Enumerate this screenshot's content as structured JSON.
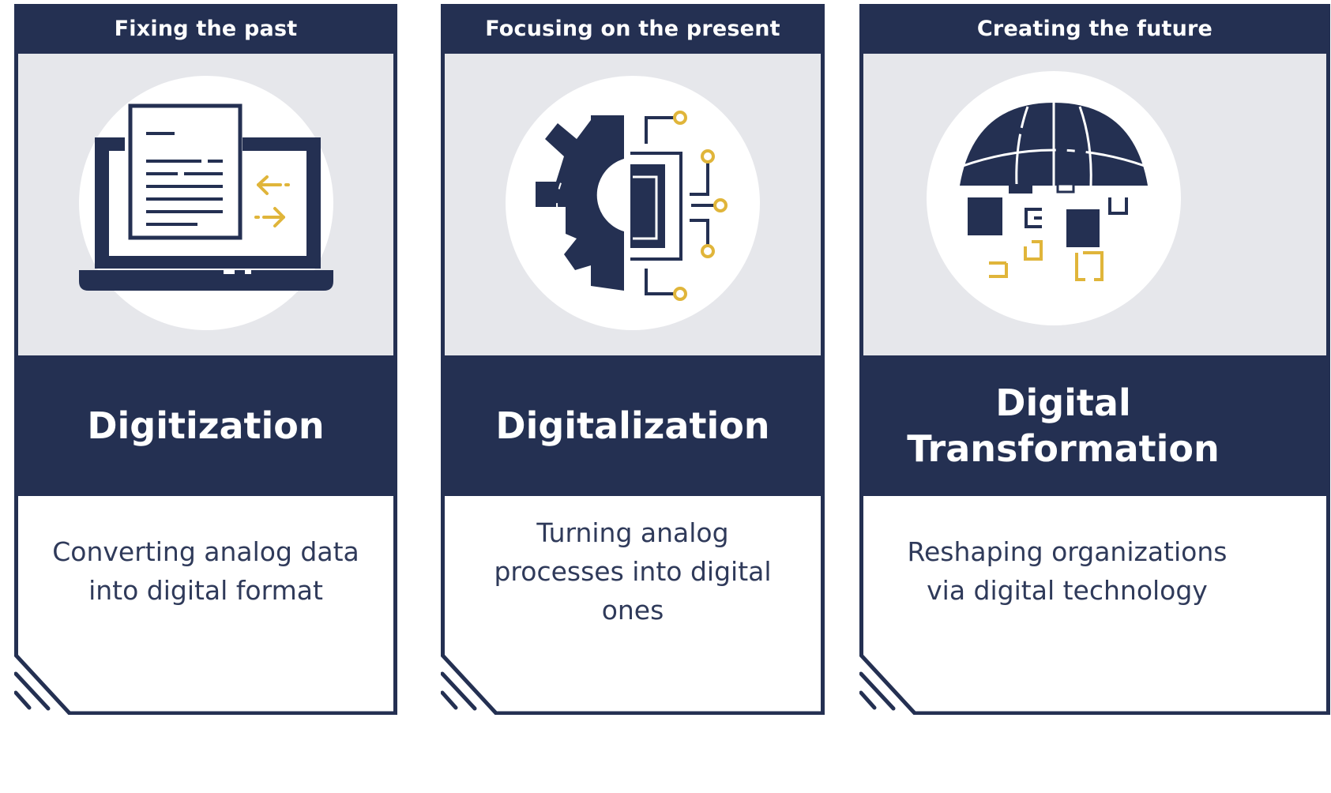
{
  "colors": {
    "navy": "#243052",
    "gold": "#e0b53a",
    "panel_gray": "#e6e7eb",
    "text_muted_navy": "#2f3a5a",
    "background": "#ffffff"
  },
  "cards": [
    {
      "header": "Fixing the past",
      "icon": "laptop-document-icon",
      "title": "Digitization",
      "description": "Converting analog data into digital format"
    },
    {
      "header": "Focusing on the present",
      "icon": "gear-circuit-icon",
      "title": "Digitalization",
      "description": "Turning analog processes into digital ones"
    },
    {
      "header": "Creating the future",
      "icon": "globe-pixels-icon",
      "title": "Digital Transformation",
      "description": "Reshaping organizations via digital technology"
    }
  ]
}
